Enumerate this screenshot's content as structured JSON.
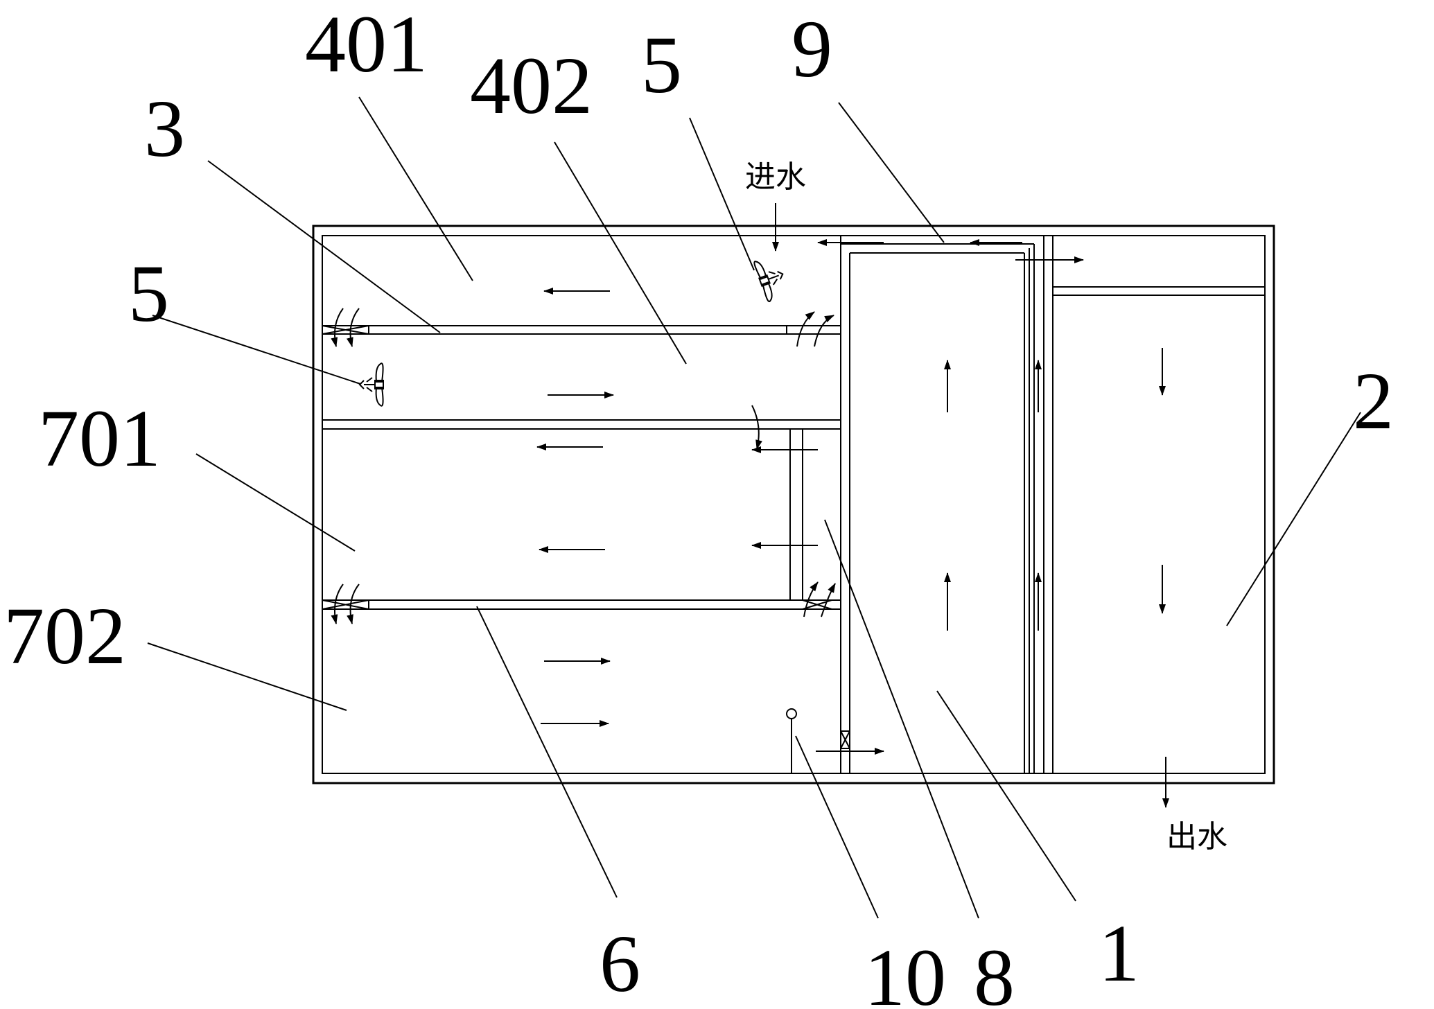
{
  "labels": {
    "n401": "401",
    "n402": "402",
    "n3": "3",
    "n5_top": "5",
    "n5_left": "5",
    "n9": "9",
    "n2": "2",
    "n701": "701",
    "n702": "702",
    "n6": "6",
    "n10": "10",
    "n8": "8",
    "n1": "1"
  },
  "text": {
    "water_inlet": "进水",
    "water_outlet": "出水"
  }
}
